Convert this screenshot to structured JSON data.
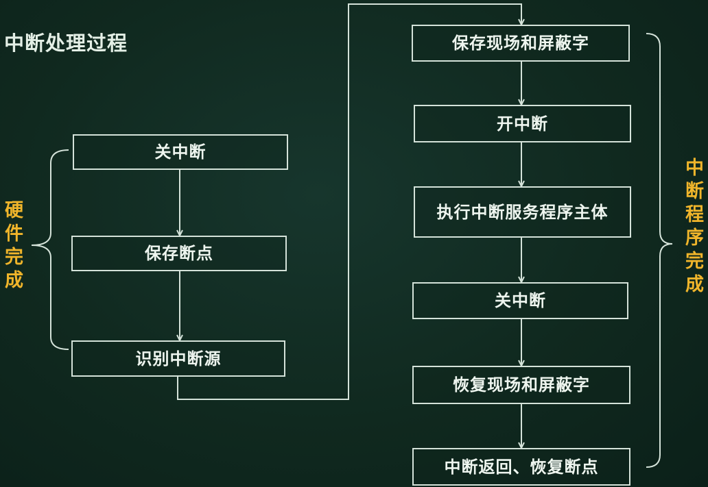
{
  "title": "中断处理过程",
  "hardware_group": {
    "label": "硬件完成",
    "steps": [
      "关中断",
      "保存断点",
      "识别中断源"
    ]
  },
  "program_group": {
    "label": "中断程序完成",
    "steps": [
      "保存现场和屏蔽字",
      "开中断",
      "执行中断服务程序主体",
      "关中断",
      "恢复现场和屏蔽字",
      "中断返回、恢复断点"
    ]
  },
  "colors": {
    "background": "#10291f",
    "line": "#d5e3da",
    "text": "#eef5ef",
    "accent": "#f0b52b"
  }
}
